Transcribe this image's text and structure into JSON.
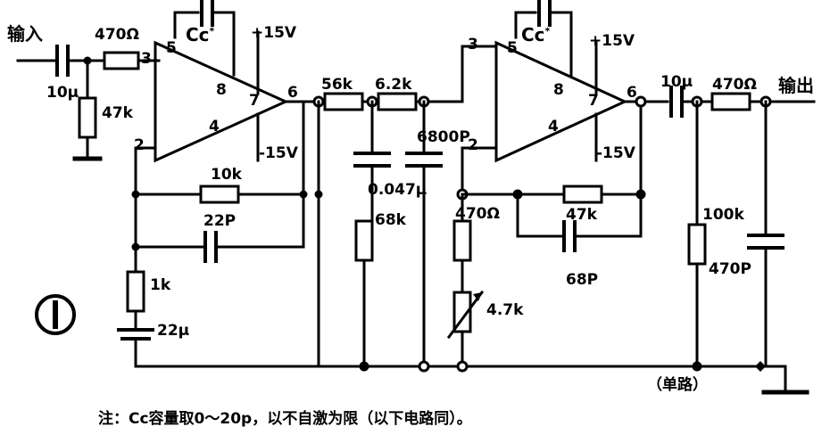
{
  "figure": {
    "number": "1",
    "caption": "注：Cc容量取0～20p，以不自激为限（以下电路同）。",
    "channel_note": "（单路）"
  },
  "ports": {
    "input_label": "输入",
    "output_label": "输出"
  },
  "stage1": {
    "name": "op-amp-1",
    "pins": {
      "noninv": "3",
      "p5": "5",
      "p8": "8",
      "p7": "7",
      "p4": "4",
      "out": "6",
      "inv": "2"
    },
    "comp_cap": {
      "label": "Cc",
      "asterisk": "*",
      "subscript": "c"
    },
    "supply_pos": "+15V",
    "supply_neg": "-15V",
    "components": [
      {
        "name": "input-coupling-cap",
        "value": "10μ"
      },
      {
        "name": "input-series-resistor",
        "value": "470Ω"
      },
      {
        "name": "input-bias-resistor",
        "value": "47k"
      },
      {
        "name": "feedback-resistor",
        "value": "10k"
      },
      {
        "name": "feedback-cap",
        "value": "22P"
      },
      {
        "name": "gain-resistor",
        "value": "1k"
      },
      {
        "name": "bypass-cap",
        "value": "22μ"
      }
    ]
  },
  "filter": {
    "components": [
      {
        "name": "filter-resistor-1",
        "value": "56k"
      },
      {
        "name": "filter-resistor-2",
        "value": "6.2k"
      },
      {
        "name": "filter-cap-1",
        "value": "0.047μ"
      },
      {
        "name": "filter-cap-2",
        "value": "6800P"
      },
      {
        "name": "filter-resistor-3",
        "value": "68k"
      }
    ]
  },
  "stage2": {
    "name": "op-amp-2",
    "pins": {
      "noninv": "3",
      "p5": "5",
      "p8": "8",
      "p7": "7",
      "p4": "4",
      "out": "6",
      "inv": "2"
    },
    "comp_cap": {
      "label": "Cc",
      "asterisk": "*",
      "subscript": "c"
    },
    "supply_pos": "+15V",
    "supply_neg": "-15V",
    "components": [
      {
        "name": "inv-series-resistor",
        "value": "470Ω"
      },
      {
        "name": "trim-resistor",
        "value": "4.7k"
      },
      {
        "name": "feedback-resistor",
        "value": "47k"
      },
      {
        "name": "feedback-cap",
        "value": "68P"
      }
    ]
  },
  "output_stage": {
    "components": [
      {
        "name": "output-coupling-cap",
        "value": "10μ"
      },
      {
        "name": "output-load-resistor",
        "value": "100k"
      },
      {
        "name": "output-series-resistor",
        "value": "470Ω"
      },
      {
        "name": "output-shunt-cap",
        "value": "470P"
      }
    ]
  },
  "colors": {
    "ink": "#000000",
    "paper": "#ffffff"
  }
}
